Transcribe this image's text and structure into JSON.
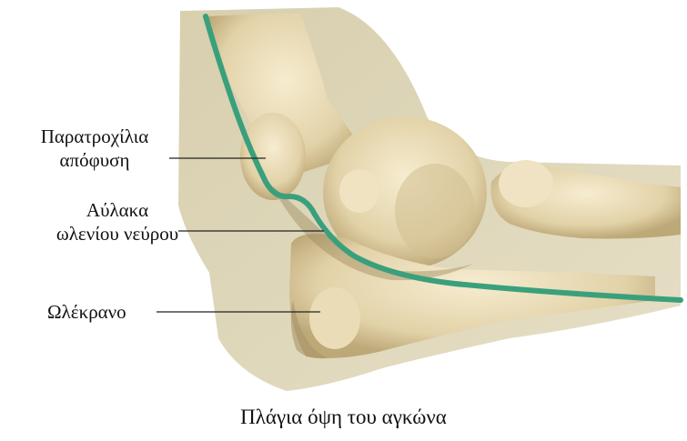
{
  "labels": {
    "lateral_epicondyle": {
      "line1": "Παρατροχίλια",
      "line2": "απόφυση"
    },
    "ulnar_groove": {
      "line1": "Αύλακα",
      "line2": "ωλενίου νεύρου"
    },
    "olecranon": "Ωλέκρανο"
  },
  "caption": "Πλάγια όψη του αγκώνα",
  "colors": {
    "skin": "#ddd5b8",
    "bone": "#e8dcba",
    "bone_shadow": "#b9a57a",
    "nerve": "#3aa07c"
  }
}
